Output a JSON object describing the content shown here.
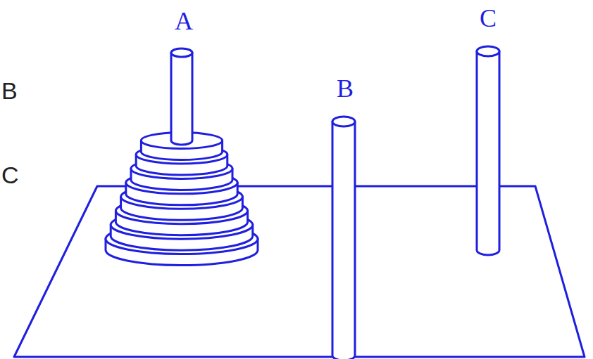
{
  "diagram": {
    "labels": [
      "B",
      "C",
      "A",
      "B",
      "C"
    ]
  }
}
